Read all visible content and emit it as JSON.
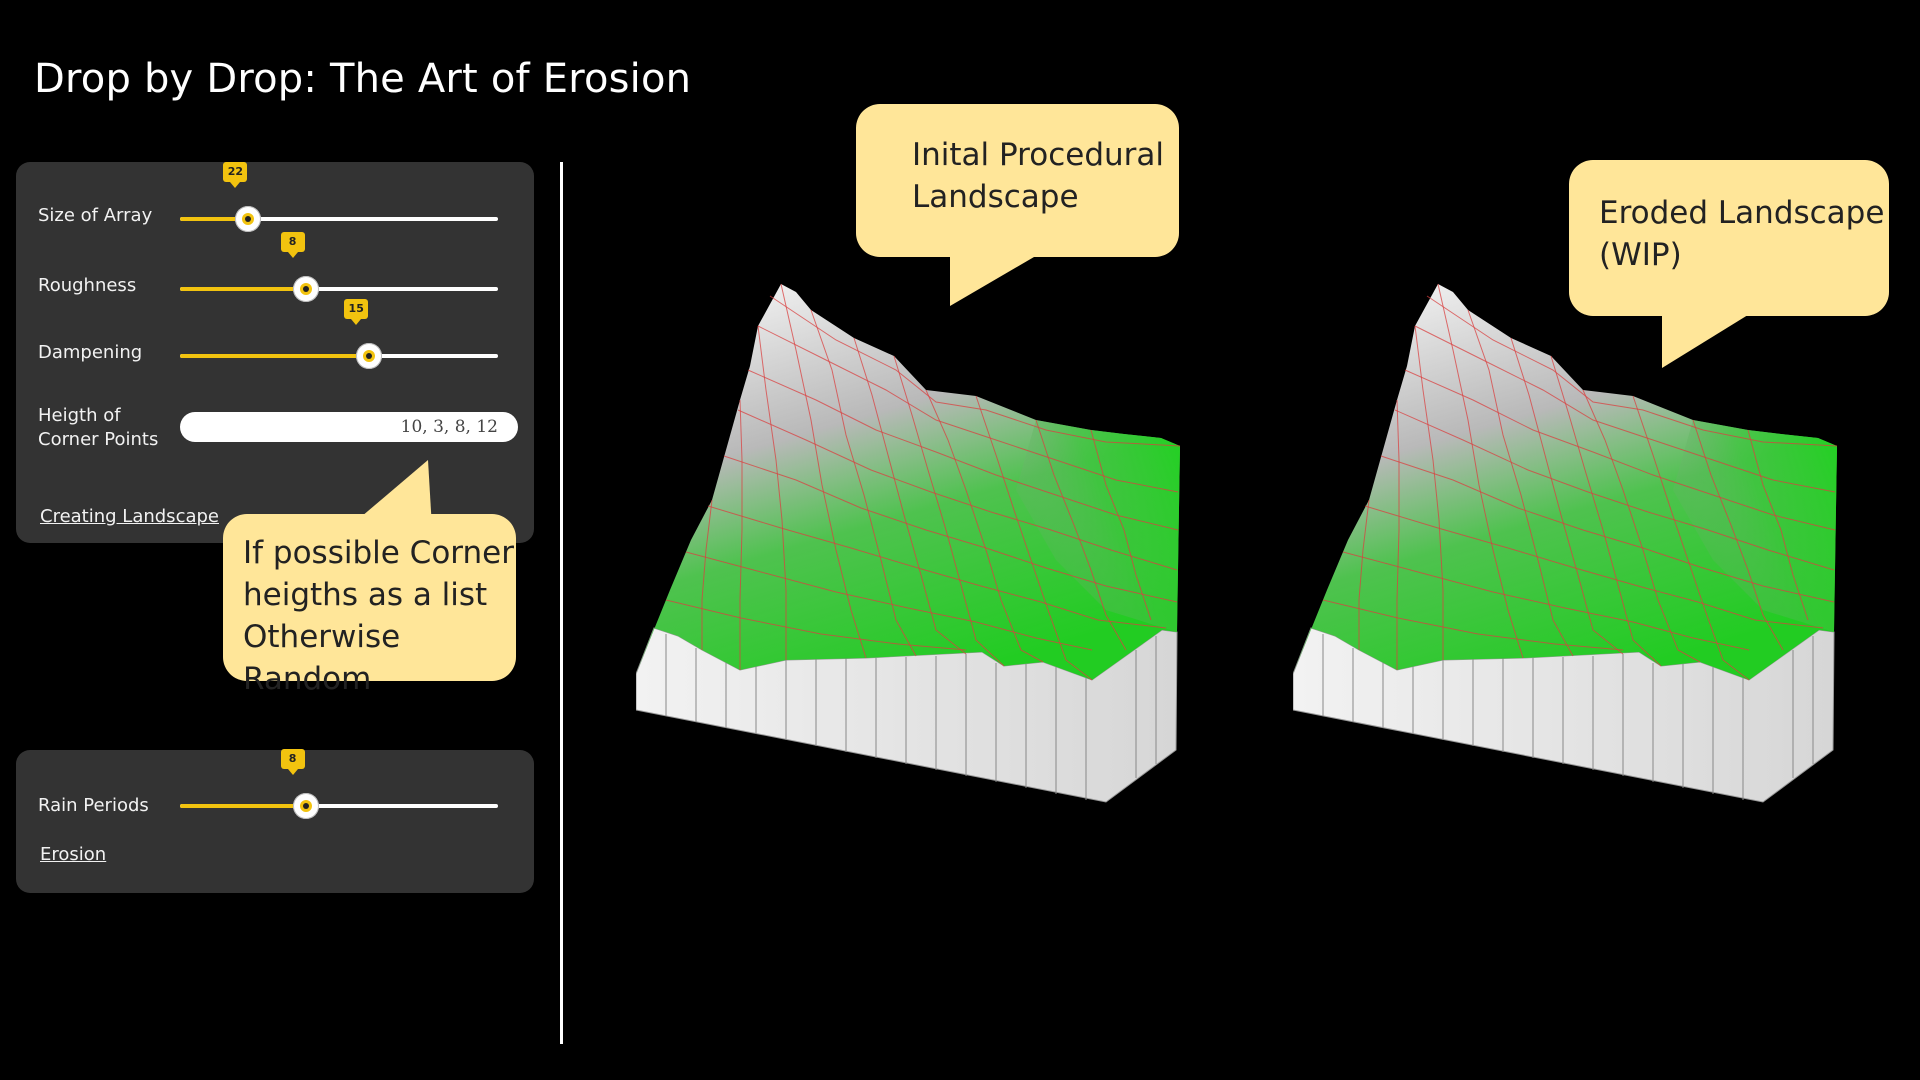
{
  "title": "Drop by Drop: The Art of Erosion",
  "landscape_panel": {
    "sliders": [
      {
        "label": "Size of Array",
        "value": "22",
        "position": 0.215
      },
      {
        "label": "Roughness",
        "value": "8",
        "position": 0.395
      },
      {
        "label": "Dampening",
        "value": "15",
        "position": 0.595
      }
    ],
    "corner_label_line1": "Heigth of",
    "corner_label_line2": "Corner Points",
    "corner_value": "10, 3, 8, 12",
    "action_link": "Creating Landscape"
  },
  "erosion_panel": {
    "slider": {
      "label": "Rain Periods",
      "value": "8",
      "position": 0.395
    },
    "action_link": "Erosion"
  },
  "callouts": {
    "initial": {
      "line1": "Inital Procedural",
      "line2": "Landscape"
    },
    "eroded": {
      "line1": "Eroded Landscape",
      "line2": "(WIP)"
    },
    "corner_hint": {
      "line1": "If possible Corner",
      "line2": "heigths as a list",
      "line3": "Otherwise Random"
    }
  },
  "colors": {
    "accent": "#f2c30f",
    "panel": "#333333",
    "callout": "#ffe699",
    "terrain_low": "#22cc22",
    "terrain_high": "#ffffff",
    "grid": "#d94040"
  },
  "icons": {
    "slider_thumb": "eye-icon"
  }
}
